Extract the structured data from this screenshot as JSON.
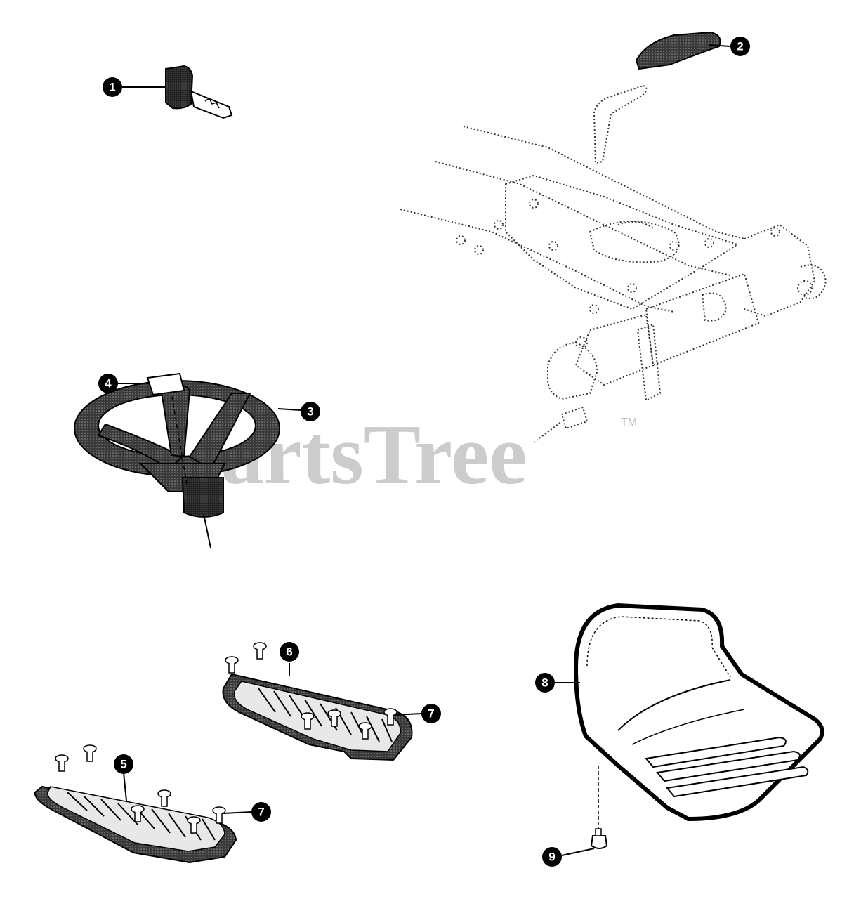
{
  "watermark": {
    "text": "PartsTree",
    "tm": "TM",
    "color": "#cccccc"
  },
  "callouts": [
    {
      "num": "1",
      "part": "ignition-key"
    },
    {
      "num": "2",
      "part": "brake-pedal-pad"
    },
    {
      "num": "3",
      "part": "steering-wheel"
    },
    {
      "num": "4",
      "part": "steering-wheel-insert"
    },
    {
      "num": "5",
      "part": "left-foot-pad"
    },
    {
      "num": "6",
      "part": "right-foot-pad"
    },
    {
      "num": "7",
      "part": "foot-pad-push-rivet"
    },
    {
      "num": "7",
      "part": "foot-pad-push-rivet"
    },
    {
      "num": "8",
      "part": "seat"
    },
    {
      "num": "9",
      "part": "seat-shoulder-bolt"
    }
  ]
}
